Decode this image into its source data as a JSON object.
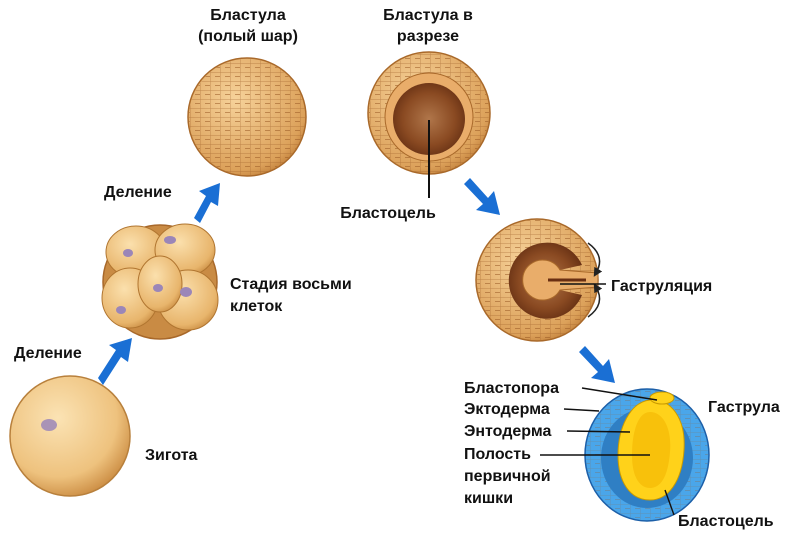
{
  "labels": {
    "blastula_title": "Бластула",
    "blastula_sub": "(полый шар)",
    "blastula_section_title": "Бластула в",
    "blastula_section_sub": "разрезе",
    "division_top": "Деление",
    "division_bottom": "Деление",
    "eight_cell_l1": "Стадия восьми",
    "eight_cell_l2": "клеток",
    "zygote": "Зигота",
    "blastocoel_top": "Бластоцель",
    "gastrulation": "Гаструляция",
    "blastopore": "Бластопора",
    "ectoderm": "Эктодерма",
    "endoderm": "Энтодерма",
    "cavity_l1": "Полость",
    "cavity_l2": "первичной",
    "cavity_l3": "кишки",
    "gastrula": "Гаструла",
    "blastocoel_bottom": "Бластоцель"
  },
  "colors": {
    "arrow": "#1a6fd4",
    "cell_light": "#f3c88a",
    "cell_mid": "#d9954a",
    "cell_dark": "#7a3c17",
    "nucleus": "#9b86b8",
    "ectoderm_blue": "#4aa6ea",
    "endoderm_yellow": "#ffd21a"
  }
}
